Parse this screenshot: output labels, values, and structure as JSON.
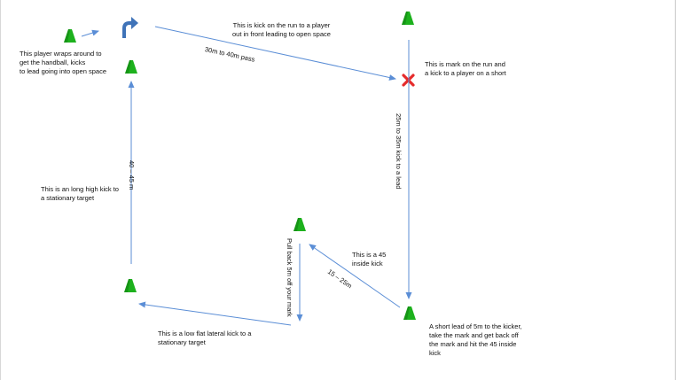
{
  "notes": {
    "wraps_around": "This player wraps around to\nget the handball, kicks\nto lead going into open space",
    "kick_on_run": "This is kick on the run to a player\nout in front leading to open space",
    "pass_30_40": "30m to 40m pass",
    "mark_on_run": "This is mark on the run and\na kick to a player on a short",
    "kick_25_35": "25m to 35m kick to a lead",
    "long_high": "This is an long high kick to\na stationary target",
    "dist_40_45": "40 – 45 m",
    "pull_back": "Pull back 5m off your mark",
    "inside_45": "This is a 45\ninside kick",
    "dist_15_25": "15 – 25m",
    "short_lead": "A short lead of 5m to the kicker,\ntake the mark and get back off\nthe mark and hit the 45 inside\nkick",
    "low_flat": "This is a low flat lateral kick to a\nstationary target"
  },
  "colors": {
    "cone": "#1db11d",
    "cone_dark": "#0e7a0e",
    "arrow": "#5b8ed6",
    "mark": "#e52b2b",
    "turn_arrow": "#3f73b8"
  },
  "icons": {
    "cone": "cone-icon",
    "mark": "cross-mark-icon",
    "turn": "curved-turn-arrow-icon"
  }
}
